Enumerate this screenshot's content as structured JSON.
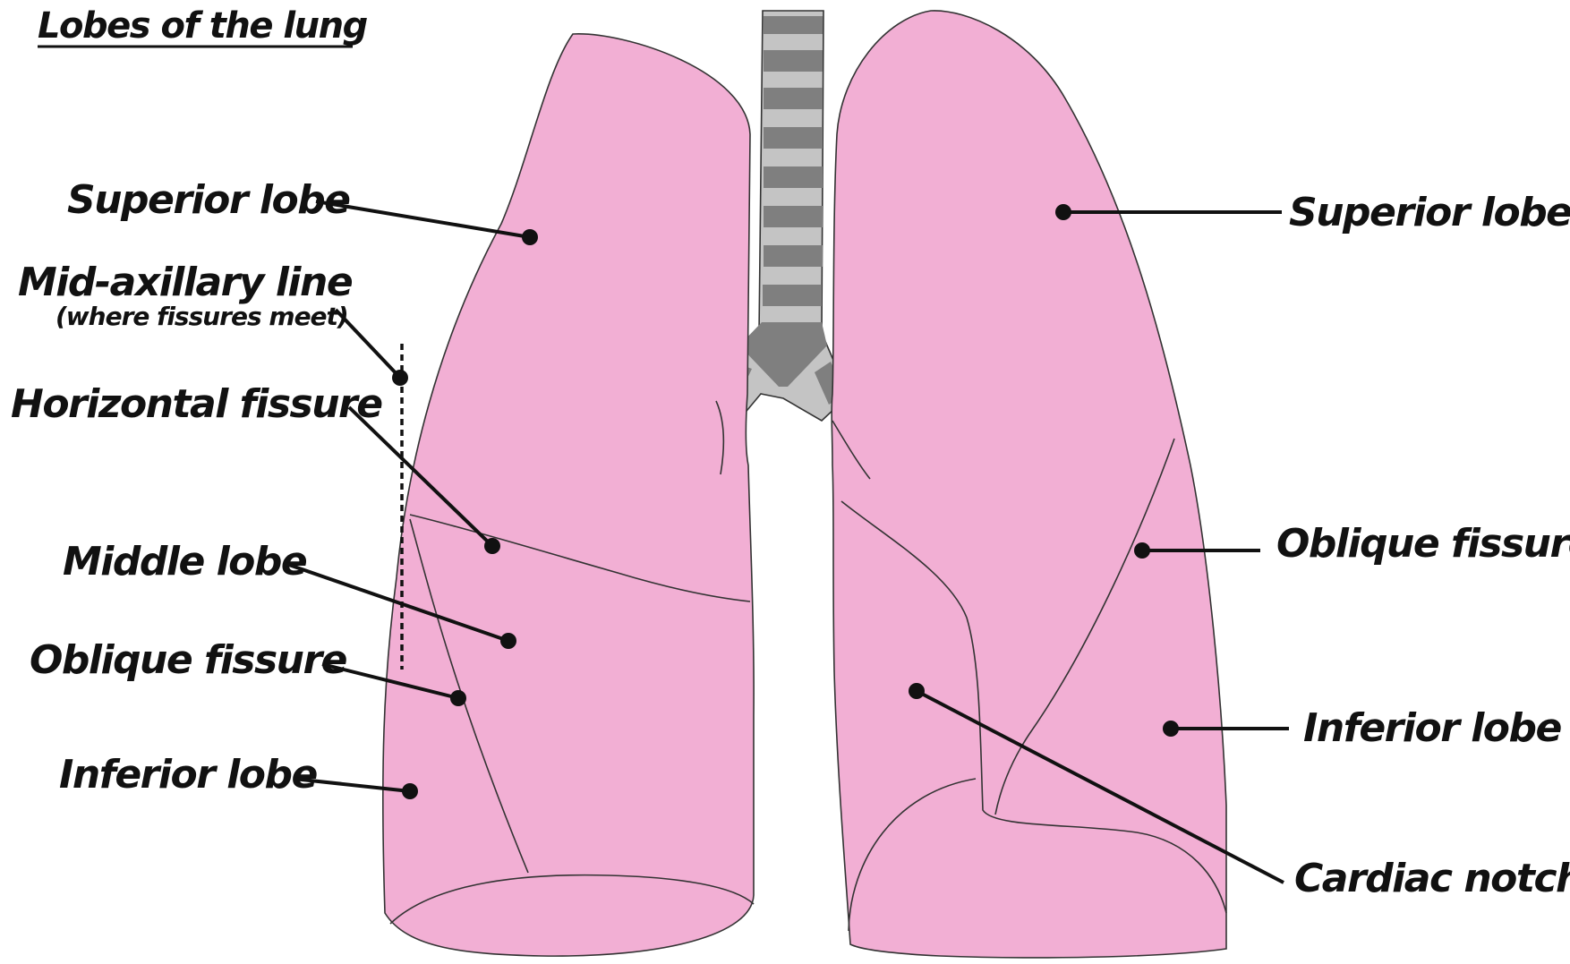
{
  "title": "Lobes of the lung",
  "colors": {
    "lung_fill": "#f2afd4",
    "trachea_dark": "#7f7f7f",
    "trachea_light": "#c4c4c4",
    "line": "#111111",
    "background": "#ffffff"
  },
  "left_labels": {
    "superior_lobe": "Superior lobe",
    "mid_axillary_line": "Mid-axillary line",
    "mid_axillary_note": "(where fissures meet)",
    "horizontal_fissure": "Horizontal fissure",
    "middle_lobe": "Middle lobe",
    "oblique_fissure": "Oblique fissure",
    "inferior_lobe": "Inferior lobe"
  },
  "right_labels": {
    "superior_lobe": "Superior lobe",
    "oblique_fissure": "Oblique fissure",
    "inferior_lobe": "Inferior lobe",
    "cardiac_notch": "Cardiac notch"
  }
}
